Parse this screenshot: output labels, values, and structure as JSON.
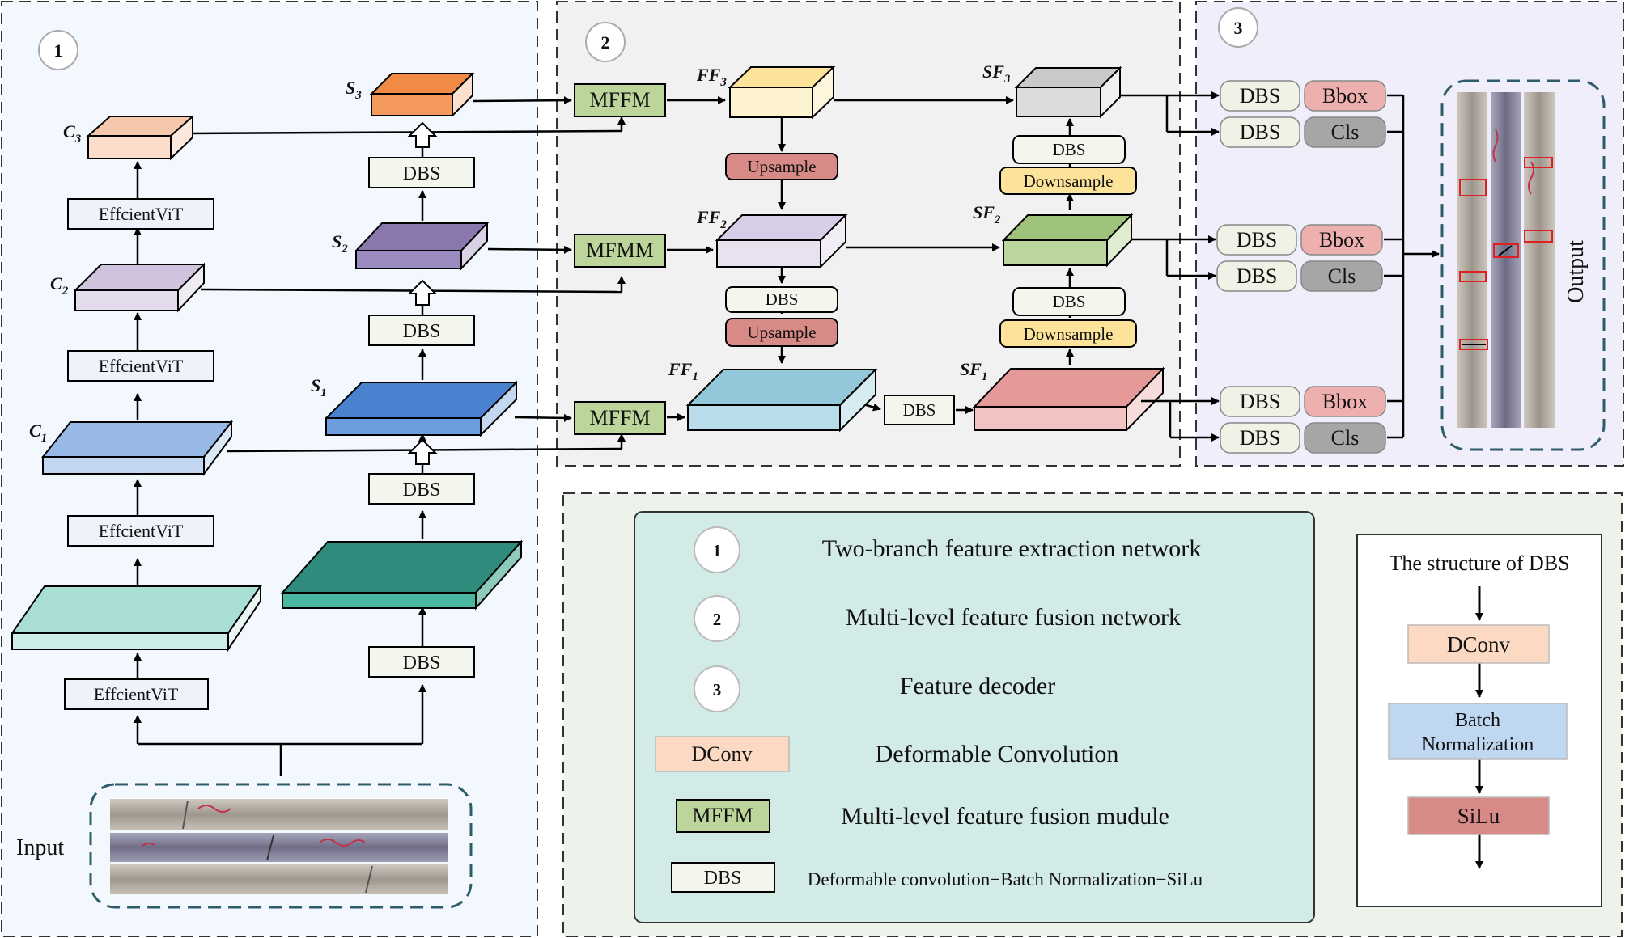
{
  "panels": {
    "p1": {
      "badge": "1"
    },
    "p2": {
      "badge": "2"
    },
    "p3": {
      "badge": "3"
    }
  },
  "blocks": {
    "dbs": "DBS",
    "mffm": "MFFM",
    "mfmm": "MFMM",
    "vit": "EffcientViT",
    "upsample": "Upsample",
    "downsample": "Downsample",
    "bbox": "Bbox",
    "cls": "Cls"
  },
  "features": {
    "c1": "C",
    "c1s": "1",
    "c2": "C",
    "c2s": "2",
    "c3": "C",
    "c3s": "3",
    "s1": "S",
    "s1s": "1",
    "s2": "S",
    "s2s": "2",
    "s3": "S",
    "s3s": "3",
    "ff1": "FF",
    "ff1s": "1",
    "ff2": "FF",
    "ff2s": "2",
    "ff3": "FF",
    "ff3s": "3",
    "sf1": "SF",
    "sf1s": "1",
    "sf2": "SF",
    "sf2s": "2",
    "sf3": "SF",
    "sf3s": "3"
  },
  "io": {
    "input": "Input",
    "output": "Output"
  },
  "legend": {
    "items": [
      {
        "key": "1",
        "text": "Two-branch feature extraction network"
      },
      {
        "key": "2",
        "text": "Multi-level feature fusion network"
      },
      {
        "key": "3",
        "text": "Feature decoder"
      },
      {
        "key": "DConv",
        "text": "Deformable Convolution"
      },
      {
        "key": "MFFM",
        "text": "Multi-level feature fusion mudule"
      },
      {
        "key": "DBS",
        "text": "Deformable convolution−Batch Normalization−SiLu"
      }
    ]
  },
  "dbs_structure": {
    "title": "The structure of DBS",
    "steps": [
      "DConv",
      "Batch",
      "Normalization",
      "SiLu"
    ]
  },
  "colors": {
    "panel1_bg": "#f3f8fe",
    "panel2_bg": "#f1f1f1",
    "panel3_bg": "#f0eefa",
    "legend_bg": "#edf2ea",
    "legend_inner": "#d3ebe6",
    "mffm": "#bcd59a",
    "upsample": "#d88a87",
    "downsample": "#fde39a",
    "dconv": "#fcd9c3",
    "bn": "#bfd7f0",
    "silu": "#d88a87"
  }
}
